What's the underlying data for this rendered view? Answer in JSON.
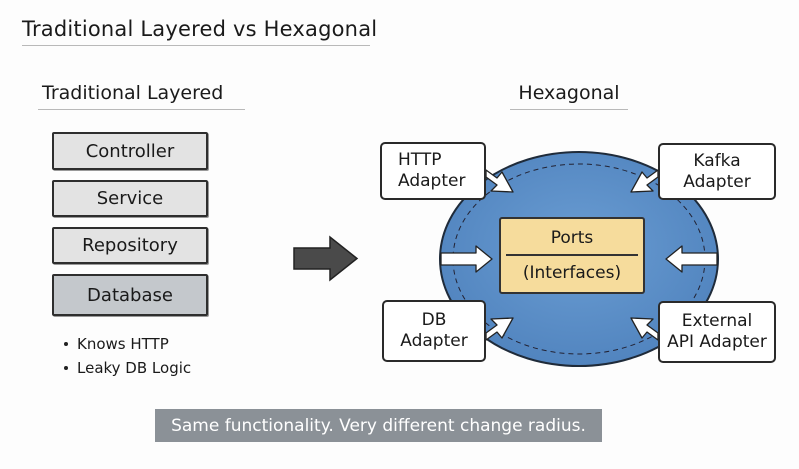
{
  "title": "Traditional Layered vs Hexagonal",
  "left_panel": {
    "heading": "Traditional Layered",
    "layers": [
      {
        "label": "Controller"
      },
      {
        "label": "Service"
      },
      {
        "label": "Repository"
      },
      {
        "label": "Database"
      }
    ],
    "bullets": [
      "Knows HTTP",
      "Leaky DB Logic"
    ]
  },
  "transition_arrow": "right-arrow-icon",
  "right_panel": {
    "heading": "Hexagonal",
    "core": {
      "line1": "Ports",
      "line2": "(Interfaces)"
    },
    "adapters": [
      {
        "line1": "HTTP",
        "line2": "Adapter"
      },
      {
        "line1": "Kafka",
        "line2": "Adapter"
      },
      {
        "line1": "DB",
        "line2": "Adapter"
      },
      {
        "line1": "External",
        "line2": "API Adapter"
      }
    ]
  },
  "footer_banner": "Same functionality. Very different change radius.",
  "colors": {
    "core_fill": "#f6dc9c",
    "hex_fill": "#5b8fc7",
    "layer_fill": "#e3e3e3",
    "db_layer_fill": "#c4c8cc",
    "banner_fill": "#8b9197"
  }
}
